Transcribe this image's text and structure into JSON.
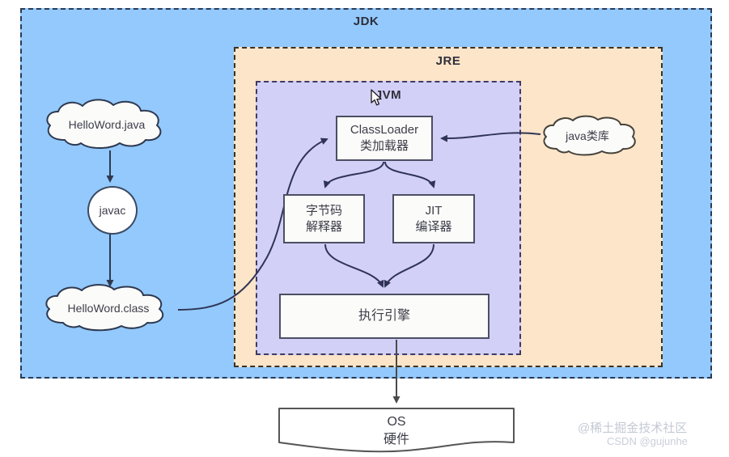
{
  "diagram": {
    "title": "JDK / JRE / JVM architecture diagram",
    "containers": {
      "jdk": {
        "label": "JDK",
        "fill": "#93c9fc",
        "border": "#2b3a52"
      },
      "jre": {
        "label": "JRE",
        "fill": "#fce5c8",
        "border": "#3a3226"
      },
      "jvm": {
        "label": "JVM",
        "fill": "#d3d0f7",
        "border": "#3f3a64"
      }
    },
    "nodes": {
      "source_cloud": {
        "label": "HelloWord.java"
      },
      "compiler": {
        "label": "javac"
      },
      "class_cloud": {
        "label": "HelloWord.class"
      },
      "java_library_cloud": {
        "label": "java类库"
      },
      "classloader": {
        "line1": "ClassLoader",
        "line2": "类加载器"
      },
      "interpreter": {
        "line1": "字节码",
        "line2": "解释器"
      },
      "jit": {
        "line1": "JIT",
        "line2": "编译器"
      },
      "execution_engine": {
        "label": "执行引擎"
      },
      "os": {
        "line1": "OS",
        "line2": "硬件"
      }
    }
  },
  "watermark": {
    "main": "@稀土掘金技术社区",
    "sub": "CSDN @gujunhe"
  }
}
